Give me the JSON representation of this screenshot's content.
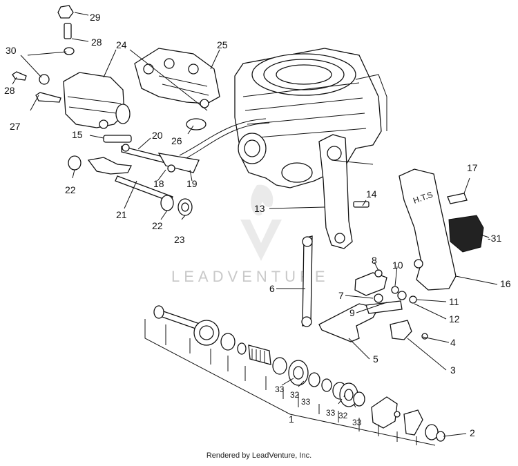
{
  "watermark": {
    "text": "LEADVENTURE"
  },
  "footer": {
    "text": "Rendered by LeadVenture, Inc."
  },
  "hts_text": "H.T.S",
  "callouts": {
    "c1": "1",
    "c2": "2",
    "c3": "3",
    "c4": "4",
    "c5": "5",
    "c6": "6",
    "c7": "7",
    "c8": "8",
    "c9": "9",
    "c10": "10",
    "c11": "11",
    "c12": "12",
    "c13": "13",
    "c14": "14",
    "c15": "15",
    "c16": "16",
    "c17": "17",
    "c18": "18",
    "c19": "19",
    "c20": "20",
    "c21": "21",
    "c22a": "22",
    "c22b": "22",
    "c23": "23",
    "c24": "24",
    "c25": "25",
    "c26": "26",
    "c27": "27",
    "c28": "28",
    "c28b": "28",
    "c29": "29",
    "c30": "30",
    "c31": "-31",
    "c32a": "32",
    "c32b": "32",
    "c33a": "33",
    "c33b": "33",
    "c33c": "33",
    "c33d": "33"
  }
}
